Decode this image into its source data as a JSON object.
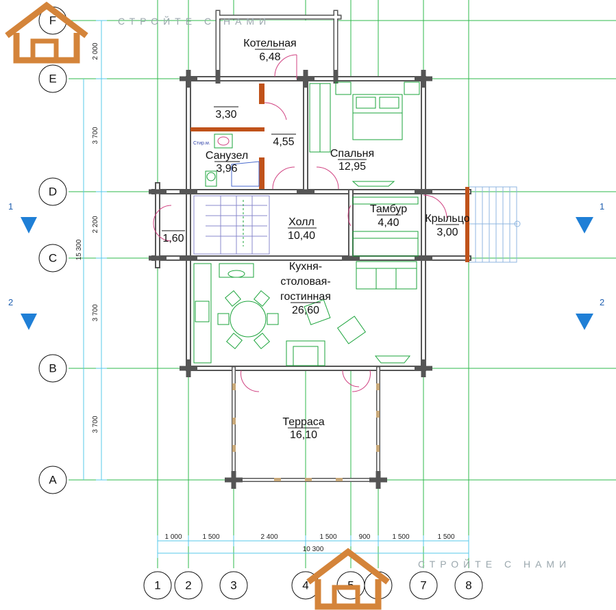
{
  "watermark": {
    "text_top": "СТРОЙТЕ С НАМИ",
    "text_bottom": "СТРОЙТЕ С НАМИ",
    "logo_color": "#d4843a"
  },
  "axes": {
    "rows": [
      "F",
      "E",
      "D",
      "C",
      "B",
      "A"
    ],
    "columns": [
      "1",
      "2",
      "3",
      "4",
      "5",
      "6",
      "7",
      "8"
    ]
  },
  "rooms": [
    {
      "id": "kotelnaya",
      "name": "Котельная",
      "area": "6,48"
    },
    {
      "id": "room330",
      "name": "",
      "area": "3,30"
    },
    {
      "id": "room455",
      "name": "",
      "area": "4,55"
    },
    {
      "id": "sanuzel",
      "name": "Санузел",
      "area": "3,96"
    },
    {
      "id": "spalnya",
      "name": "Спальня",
      "area": "12,95"
    },
    {
      "id": "tambur",
      "name": "Тамбур",
      "area": "4,40"
    },
    {
      "id": "holl",
      "name": "Холл",
      "area": "10,40"
    },
    {
      "id": "krylco",
      "name": "Крыльцо",
      "area": "3,00"
    },
    {
      "id": "room160",
      "name": "",
      "area": "1,60"
    },
    {
      "id": "kuhnya",
      "name_lines": [
        "Кухня-",
        "столовая-",
        "гостинная"
      ],
      "area": "26,60"
    },
    {
      "id": "terrasa",
      "name": "Терраса",
      "area": "16,10"
    }
  ],
  "labels": {
    "washer": "Стир.м."
  },
  "dims_vertical": [
    "2 000",
    "3 700",
    "2 200",
    "3 700",
    "3 700"
  ],
  "dim_total_vertical": "15 300",
  "dims_horizontal": [
    "1 000",
    "1 500",
    "2 400",
    "1 500",
    "900",
    "1 500",
    "1 500"
  ],
  "dim_total_horizontal": "10 300",
  "section_marks": [
    "1",
    "1",
    "2",
    "2"
  ],
  "colors": {
    "grid": "#2db84b",
    "wall": "#555555",
    "dim": "#55c8e8",
    "furniture": "#1aa33a",
    "partition": "#c0521a",
    "door": "#d04080"
  }
}
